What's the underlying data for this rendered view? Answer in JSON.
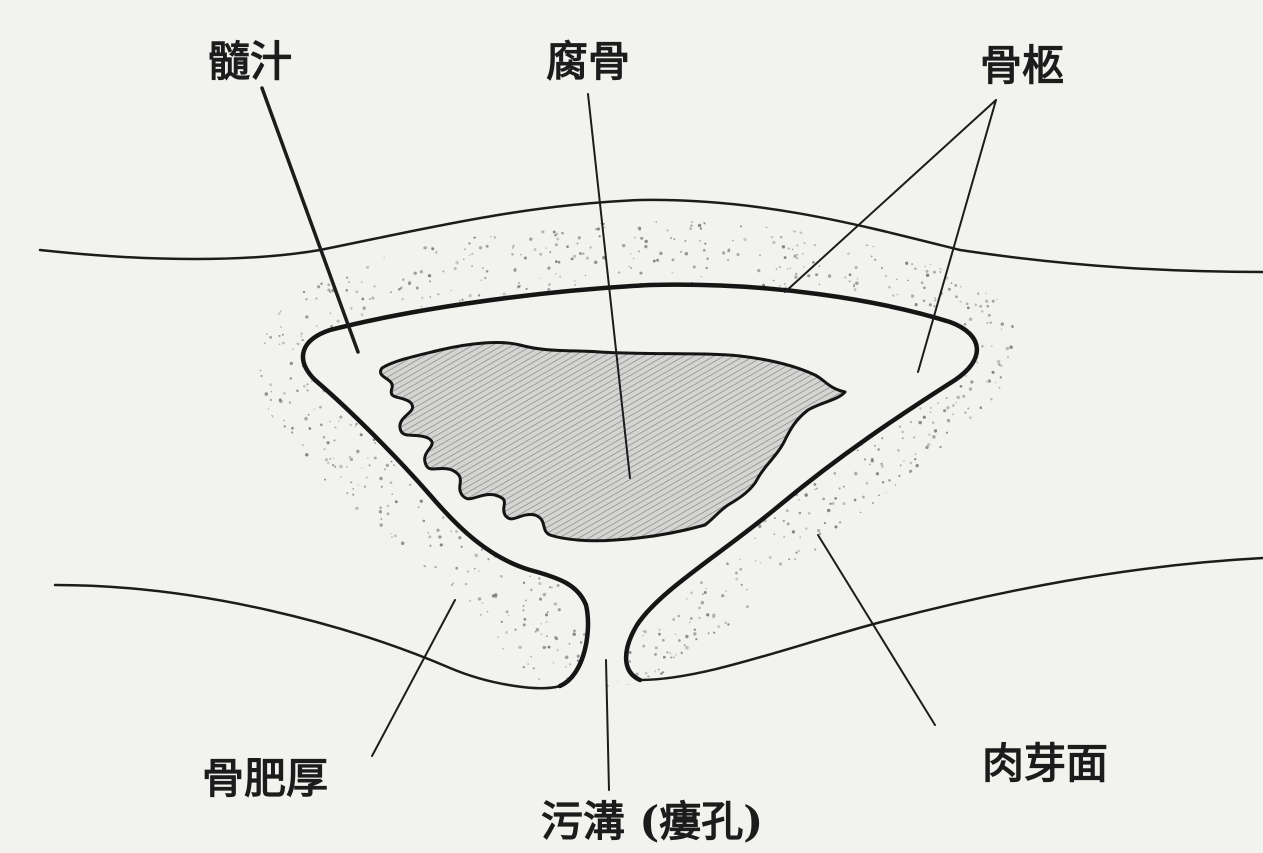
{
  "colors": {
    "background": "#f2f2ef",
    "ink": "#1c1c1c"
  },
  "figure": {
    "labels": {
      "marrow_fluid": "髓汁",
      "sequestrum": "腐骨",
      "involucrum": "骨柩",
      "hyperostosis": "骨肥厚",
      "sinus_tract": "污溝 (瘻孔)",
      "granulation_surface": "肉芽面"
    }
  }
}
